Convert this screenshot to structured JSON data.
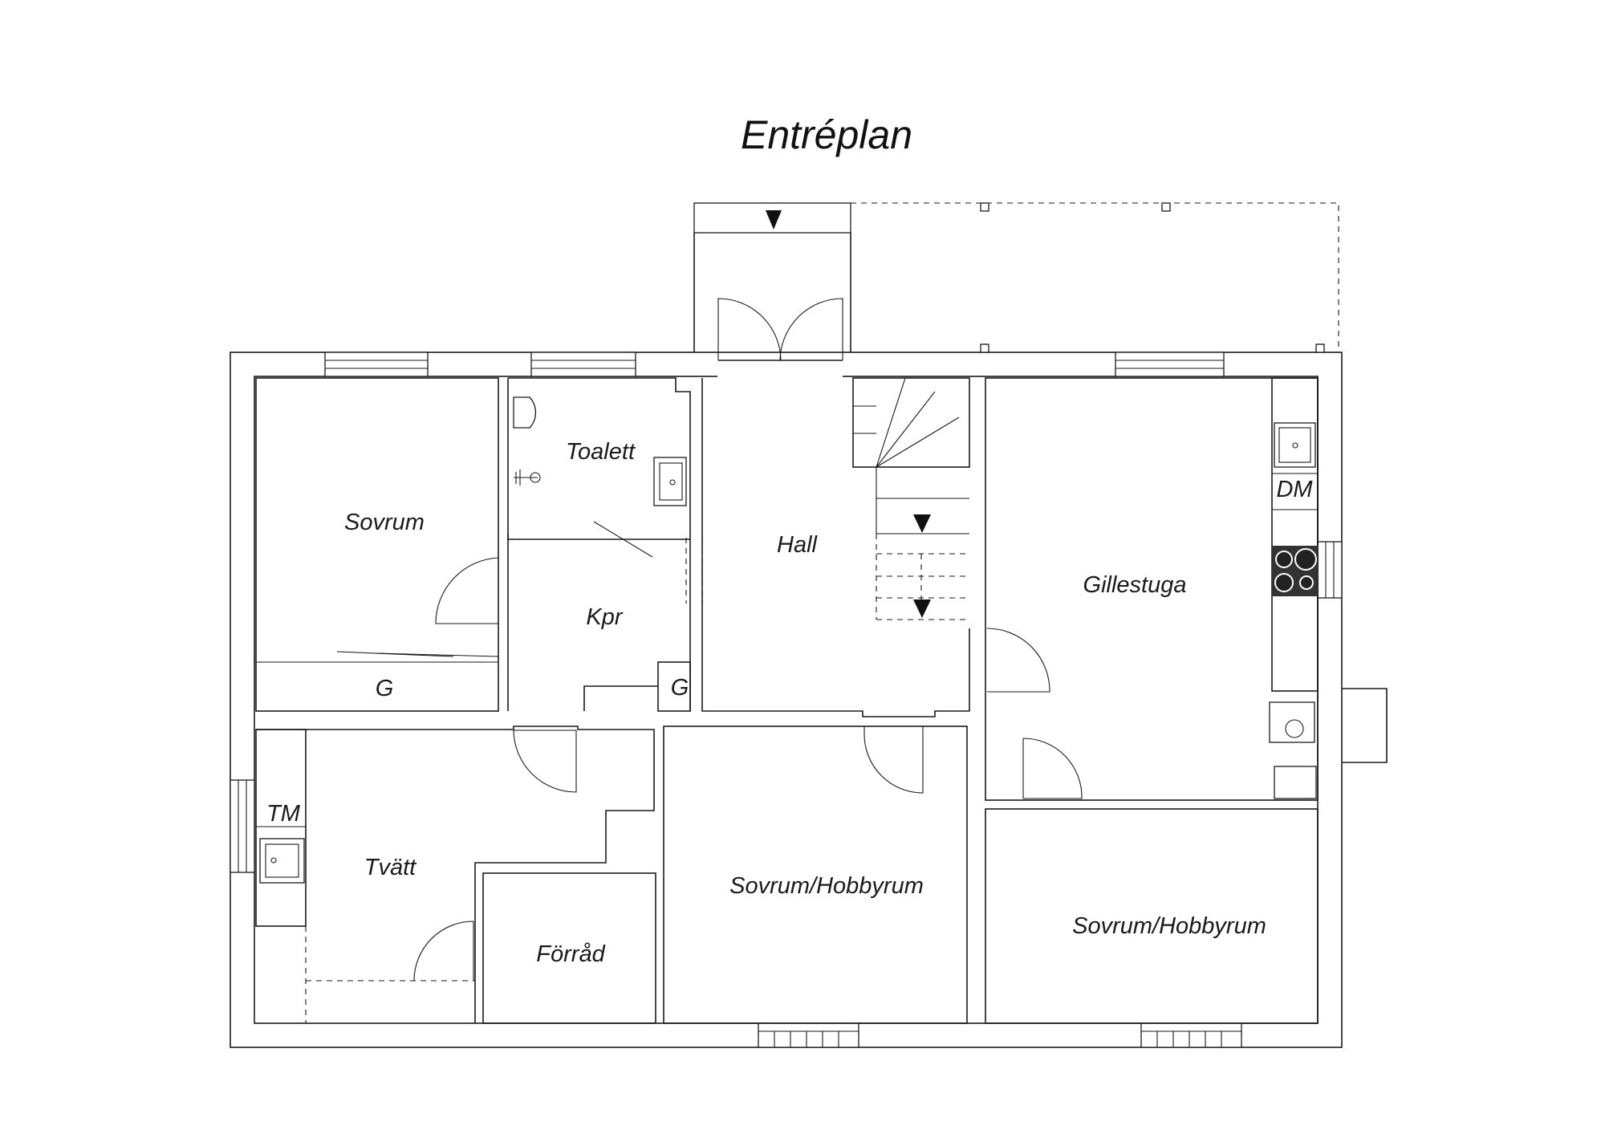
{
  "title": "Entréplan",
  "rooms": {
    "sovrum": "Sovrum",
    "toalett": "Toalett",
    "hall": "Hall",
    "kpr": "Kpr",
    "gillestuga": "Gillestuga",
    "garderob_sovrum": "G",
    "garderob_kpr": "G",
    "tvatt": "Tvätt",
    "tvattmaskin": "TM",
    "forrad": "Förråd",
    "diskmaskin": "DM",
    "hobbyrum_center": "Sovrum/Hobbyrum",
    "hobbyrum_right": "Sovrum/Hobbyrum"
  },
  "colors": {
    "line": "#1a1a1a",
    "background": "#ffffff",
    "stove": "#333333"
  }
}
